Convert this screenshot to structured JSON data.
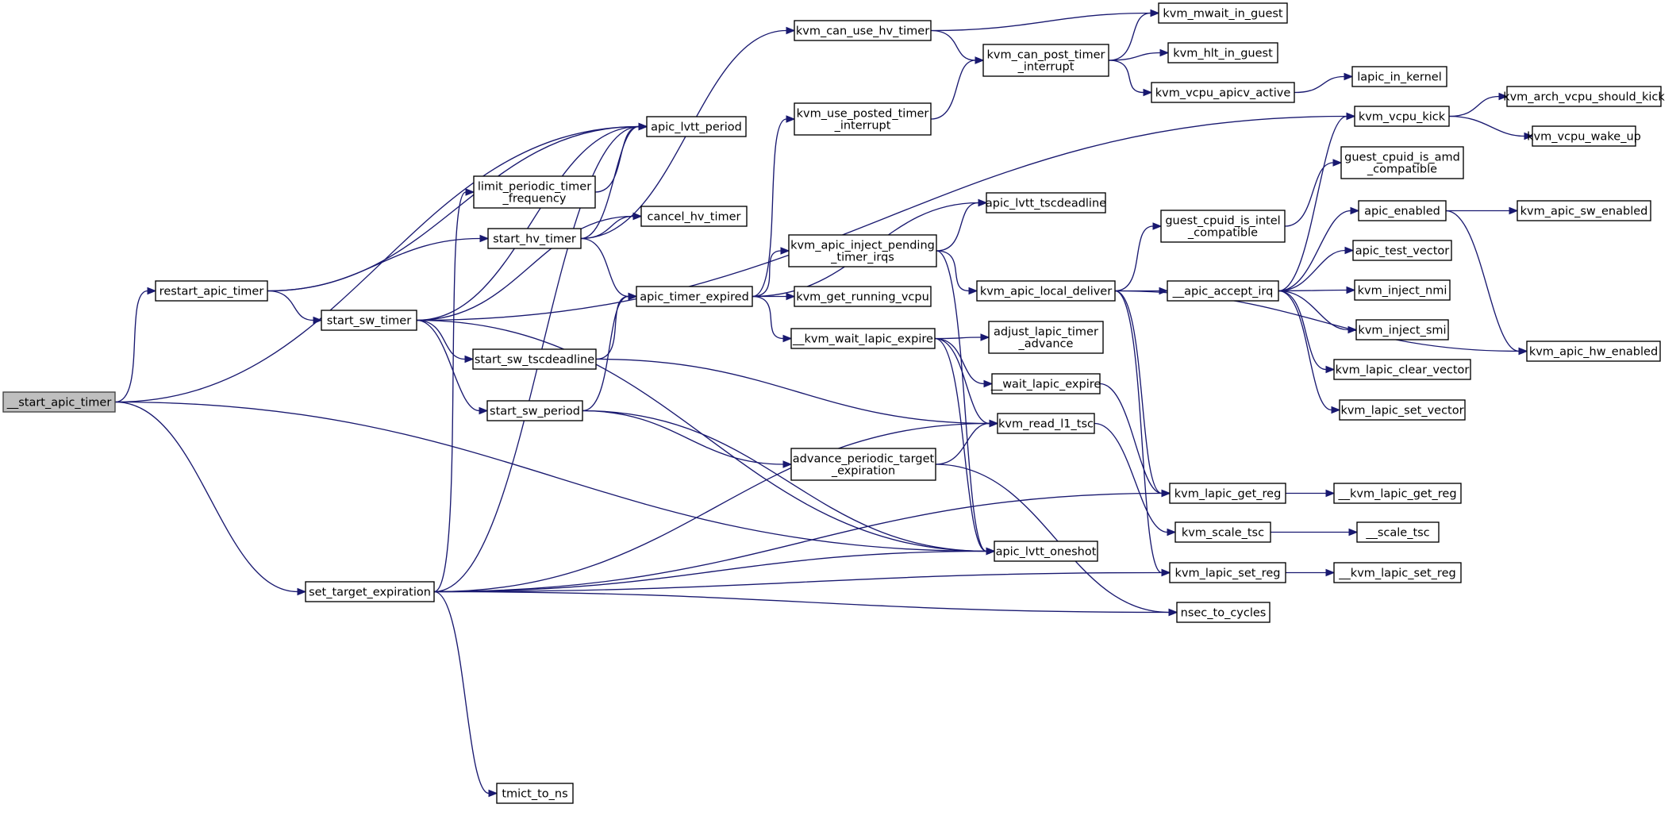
{
  "diagram": {
    "type": "call-graph",
    "edge_color": "#191970",
    "root_fill": "#bfbfbf",
    "nodes": [
      {
        "id": "start_apic_timer",
        "lines": [
          "__start_apic_timer"
        ],
        "root": true
      },
      {
        "id": "restart_apic_timer",
        "lines": [
          "restart_apic_timer"
        ]
      },
      {
        "id": "set_target_expiration",
        "lines": [
          "set_target_expiration"
        ]
      },
      {
        "id": "apic_lvtt_period",
        "lines": [
          "apic_lvtt_period"
        ]
      },
      {
        "id": "limit_periodic_timer_frequency",
        "lines": [
          "limit_periodic_timer",
          "_frequency"
        ]
      },
      {
        "id": "start_hv_timer",
        "lines": [
          "start_hv_timer"
        ]
      },
      {
        "id": "start_sw_timer",
        "lines": [
          "start_sw_timer"
        ]
      },
      {
        "id": "cancel_hv_timer",
        "lines": [
          "cancel_hv_timer"
        ]
      },
      {
        "id": "start_sw_tscdeadline",
        "lines": [
          "start_sw_tscdeadline"
        ]
      },
      {
        "id": "start_sw_period",
        "lines": [
          "start_sw_period"
        ]
      },
      {
        "id": "tmict_to_ns",
        "lines": [
          "tmict_to_ns"
        ]
      },
      {
        "id": "apic_timer_expired",
        "lines": [
          "apic_timer_expired"
        ]
      },
      {
        "id": "kvm_can_use_hv_timer",
        "lines": [
          "kvm_can_use_hv_timer"
        ]
      },
      {
        "id": "kvm_use_posted_timer_interrupt",
        "lines": [
          "kvm_use_posted_timer",
          "_interrupt"
        ]
      },
      {
        "id": "kvm_apic_inject_pending_timer_irqs",
        "lines": [
          "kvm_apic_inject_pending",
          "_timer_irqs"
        ]
      },
      {
        "id": "kvm_get_running_vcpu",
        "lines": [
          "kvm_get_running_vcpu"
        ]
      },
      {
        "id": "kvm_wait_lapic_expire",
        "lines": [
          "__kvm_wait_lapic_expire"
        ]
      },
      {
        "id": "advance_periodic_target_expiration",
        "lines": [
          "advance_periodic_target",
          "_expiration"
        ]
      },
      {
        "id": "kvm_can_post_timer_interrupt",
        "lines": [
          "kvm_can_post_timer",
          "_interrupt"
        ]
      },
      {
        "id": "apic_lvtt_tscdeadline",
        "lines": [
          "apic_lvtt_tscdeadline"
        ]
      },
      {
        "id": "kvm_apic_local_deliver",
        "lines": [
          "kvm_apic_local_deliver"
        ]
      },
      {
        "id": "adjust_lapic_timer_advance",
        "lines": [
          "adjust_lapic_timer",
          "_advance"
        ]
      },
      {
        "id": "wait_lapic_expire",
        "lines": [
          "__wait_lapic_expire"
        ]
      },
      {
        "id": "kvm_read_l1_tsc",
        "lines": [
          "kvm_read_l1_tsc"
        ]
      },
      {
        "id": "apic_lvtt_oneshot",
        "lines": [
          "apic_lvtt_oneshot"
        ]
      },
      {
        "id": "kvm_mwait_in_guest",
        "lines": [
          "kvm_mwait_in_guest"
        ]
      },
      {
        "id": "kvm_hlt_in_guest",
        "lines": [
          "kvm_hlt_in_guest"
        ]
      },
      {
        "id": "kvm_vcpu_apicv_active",
        "lines": [
          "kvm_vcpu_apicv_active"
        ]
      },
      {
        "id": "guest_cpuid_is_intel_compatible",
        "lines": [
          "guest_cpuid_is_intel",
          "_compatible"
        ]
      },
      {
        "id": "apic_accept_irq",
        "lines": [
          "__apic_accept_irq"
        ]
      },
      {
        "id": "kvm_lapic_get_reg",
        "lines": [
          "kvm_lapic_get_reg"
        ]
      },
      {
        "id": "kvm_scale_tsc",
        "lines": [
          "kvm_scale_tsc"
        ]
      },
      {
        "id": "kvm_lapic_set_reg",
        "lines": [
          "kvm_lapic_set_reg"
        ]
      },
      {
        "id": "nsec_to_cycles",
        "lines": [
          "nsec_to_cycles"
        ]
      },
      {
        "id": "lapic_in_kernel",
        "lines": [
          "lapic_in_kernel"
        ]
      },
      {
        "id": "kvm_vcpu_kick",
        "lines": [
          "kvm_vcpu_kick"
        ]
      },
      {
        "id": "guest_cpuid_is_amd_compatible",
        "lines": [
          "guest_cpuid_is_amd",
          "_compatible"
        ]
      },
      {
        "id": "apic_enabled",
        "lines": [
          "apic_enabled"
        ]
      },
      {
        "id": "apic_test_vector",
        "lines": [
          "apic_test_vector"
        ]
      },
      {
        "id": "kvm_inject_nmi",
        "lines": [
          "kvm_inject_nmi"
        ]
      },
      {
        "id": "kvm_inject_smi",
        "lines": [
          "kvm_inject_smi"
        ]
      },
      {
        "id": "kvm_lapic_clear_vector",
        "lines": [
          "kvm_lapic_clear_vector"
        ]
      },
      {
        "id": "kvm_lapic_set_vector",
        "lines": [
          "kvm_lapic_set_vector"
        ]
      },
      {
        "id": "kvm_lapic_get_reg_inner",
        "lines": [
          "__kvm_lapic_get_reg"
        ]
      },
      {
        "id": "scale_tsc",
        "lines": [
          "__scale_tsc"
        ]
      },
      {
        "id": "kvm_lapic_set_reg_inner",
        "lines": [
          "__kvm_lapic_set_reg"
        ]
      },
      {
        "id": "kvm_arch_vcpu_should_kick",
        "lines": [
          "kvm_arch_vcpu_should_kick"
        ]
      },
      {
        "id": "kvm_vcpu_wake_up",
        "lines": [
          "kvm_vcpu_wake_up"
        ]
      },
      {
        "id": "kvm_apic_sw_enabled",
        "lines": [
          "kvm_apic_sw_enabled"
        ]
      },
      {
        "id": "kvm_apic_hw_enabled",
        "lines": [
          "kvm_apic_hw_enabled"
        ]
      }
    ],
    "edges": [
      [
        "start_apic_timer",
        "restart_apic_timer"
      ],
      [
        "start_apic_timer",
        "apic_lvtt_period"
      ],
      [
        "start_apic_timer",
        "set_target_expiration"
      ],
      [
        "start_apic_timer",
        "apic_lvtt_oneshot"
      ],
      [
        "restart_apic_timer",
        "apic_lvtt_period"
      ],
      [
        "restart_apic_timer",
        "start_hv_timer"
      ],
      [
        "restart_apic_timer",
        "start_sw_timer"
      ],
      [
        "set_target_expiration",
        "apic_lvtt_period"
      ],
      [
        "set_target_expiration",
        "limit_periodic_timer_frequency"
      ],
      [
        "set_target_expiration",
        "tmict_to_ns"
      ],
      [
        "set_target_expiration",
        "kvm_read_l1_tsc"
      ],
      [
        "set_target_expiration",
        "apic_lvtt_oneshot"
      ],
      [
        "set_target_expiration",
        "kvm_lapic_get_reg"
      ],
      [
        "set_target_expiration",
        "kvm_lapic_set_reg"
      ],
      [
        "set_target_expiration",
        "nsec_to_cycles"
      ],
      [
        "limit_periodic_timer_frequency",
        "apic_lvtt_period"
      ],
      [
        "start_hv_timer",
        "apic_lvtt_period"
      ],
      [
        "start_hv_timer",
        "cancel_hv_timer"
      ],
      [
        "start_hv_timer",
        "apic_timer_expired"
      ],
      [
        "start_hv_timer",
        "kvm_can_use_hv_timer"
      ],
      [
        "start_sw_timer",
        "apic_lvtt_period"
      ],
      [
        "start_sw_timer",
        "cancel_hv_timer"
      ],
      [
        "start_sw_timer",
        "start_sw_tscdeadline"
      ],
      [
        "start_sw_timer",
        "start_sw_period"
      ],
      [
        "start_sw_timer",
        "apic_lvtt_oneshot"
      ],
      [
        "start_sw_timer",
        "kvm_vcpu_kick"
      ],
      [
        "start_sw_tscdeadline",
        "apic_timer_expired"
      ],
      [
        "start_sw_tscdeadline",
        "kvm_read_l1_tsc"
      ],
      [
        "start_sw_period",
        "apic_timer_expired"
      ],
      [
        "start_sw_period",
        "advance_periodic_target_expiration"
      ],
      [
        "start_sw_period",
        "apic_lvtt_oneshot"
      ],
      [
        "apic_timer_expired",
        "kvm_use_posted_timer_interrupt"
      ],
      [
        "apic_timer_expired",
        "kvm_apic_inject_pending_timer_irqs"
      ],
      [
        "apic_timer_expired",
        "kvm_get_running_vcpu"
      ],
      [
        "apic_timer_expired",
        "kvm_wait_lapic_expire"
      ],
      [
        "apic_timer_expired",
        "apic_lvtt_tscdeadline"
      ],
      [
        "kvm_can_use_hv_timer",
        "kvm_mwait_in_guest"
      ],
      [
        "kvm_can_use_hv_timer",
        "kvm_can_post_timer_interrupt"
      ],
      [
        "kvm_use_posted_timer_interrupt",
        "kvm_can_post_timer_interrupt"
      ],
      [
        "kvm_can_post_timer_interrupt",
        "kvm_mwait_in_guest"
      ],
      [
        "kvm_can_post_timer_interrupt",
        "kvm_hlt_in_guest"
      ],
      [
        "kvm_can_post_timer_interrupt",
        "kvm_vcpu_apicv_active"
      ],
      [
        "kvm_vcpu_apicv_active",
        "lapic_in_kernel"
      ],
      [
        "kvm_apic_inject_pending_timer_irqs",
        "apic_lvtt_tscdeadline"
      ],
      [
        "kvm_apic_inject_pending_timer_irqs",
        "kvm_apic_local_deliver"
      ],
      [
        "kvm_apic_inject_pending_timer_irqs",
        "apic_lvtt_oneshot"
      ],
      [
        "kvm_apic_local_deliver",
        "guest_cpuid_is_intel_compatible"
      ],
      [
        "kvm_apic_local_deliver",
        "apic_accept_irq"
      ],
      [
        "kvm_apic_local_deliver",
        "kvm_apic_hw_enabled"
      ],
      [
        "kvm_apic_local_deliver",
        "kvm_lapic_get_reg"
      ],
      [
        "kvm_apic_local_deliver",
        "kvm_lapic_set_reg"
      ],
      [
        "guest_cpuid_is_intel_compatible",
        "guest_cpuid_is_amd_compatible"
      ],
      [
        "apic_accept_irq",
        "kvm_vcpu_kick"
      ],
      [
        "apic_accept_irq",
        "apic_enabled"
      ],
      [
        "apic_accept_irq",
        "apic_test_vector"
      ],
      [
        "apic_accept_irq",
        "kvm_inject_nmi"
      ],
      [
        "apic_accept_irq",
        "kvm_inject_smi"
      ],
      [
        "apic_accept_irq",
        "kvm_lapic_clear_vector"
      ],
      [
        "apic_accept_irq",
        "kvm_lapic_set_vector"
      ],
      [
        "apic_enabled",
        "kvm_apic_sw_enabled"
      ],
      [
        "apic_enabled",
        "kvm_apic_hw_enabled"
      ],
      [
        "kvm_vcpu_kick",
        "kvm_arch_vcpu_should_kick"
      ],
      [
        "kvm_vcpu_kick",
        "kvm_vcpu_wake_up"
      ],
      [
        "kvm_wait_lapic_expire",
        "adjust_lapic_timer_advance"
      ],
      [
        "kvm_wait_lapic_expire",
        "wait_lapic_expire"
      ],
      [
        "kvm_wait_lapic_expire",
        "kvm_read_l1_tsc"
      ],
      [
        "kvm_wait_lapic_expire",
        "apic_lvtt_oneshot"
      ],
      [
        "wait_lapic_expire",
        "kvm_lapic_get_reg"
      ],
      [
        "advance_periodic_target_expiration",
        "kvm_read_l1_tsc"
      ],
      [
        "advance_periodic_target_expiration",
        "nsec_to_cycles"
      ],
      [
        "kvm_read_l1_tsc",
        "kvm_scale_tsc"
      ],
      [
        "kvm_lapic_get_reg",
        "kvm_lapic_get_reg_inner"
      ],
      [
        "kvm_scale_tsc",
        "scale_tsc"
      ],
      [
        "kvm_lapic_set_reg",
        "kvm_lapic_set_reg_inner"
      ]
    ]
  }
}
